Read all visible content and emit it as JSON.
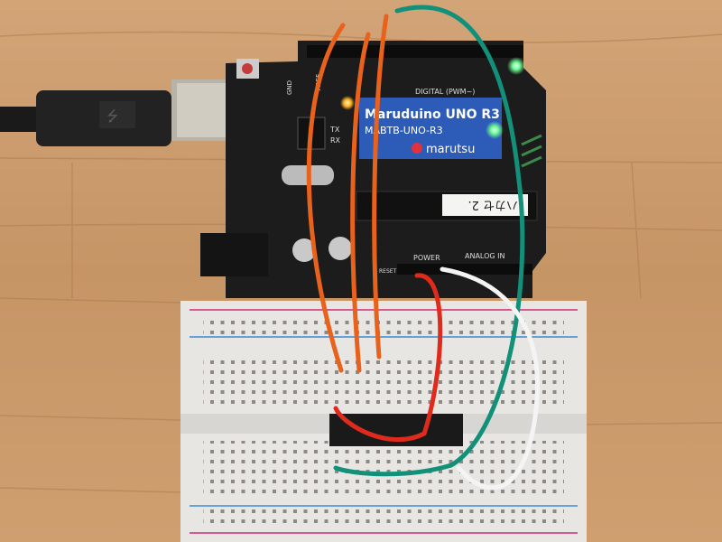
{
  "photo": {
    "board": {
      "label_title": "Maruduino UNO R3",
      "label_model": "MABTB-UNO-R3",
      "brand": "marutsu",
      "header_digital": "DIGITAL (PWM~)",
      "header_power": "POWER",
      "header_analog": "ANALOG IN",
      "pin_tx": "TX",
      "pin_rx": "RX",
      "pin_aref": "AREF",
      "pin_gnd": "GND",
      "pin_reset": "RESET"
    },
    "colors": {
      "wood": "#c9996a",
      "board": "#1c1c1c",
      "label": "#2d5bb8",
      "breadboard": "#e8e6e2",
      "wire_orange": "#e8621c",
      "wire_red": "#e02a1c",
      "wire_green": "#12907a",
      "wire_white": "#f4f4f4",
      "led_green": "#7dff9a"
    }
  }
}
